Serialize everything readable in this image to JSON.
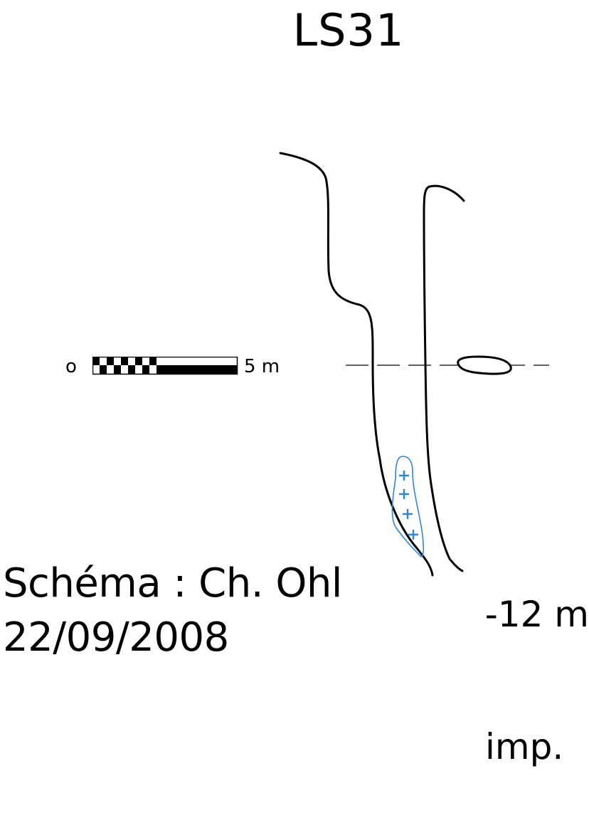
{
  "title": "LS31",
  "scale": {
    "start_label": "o",
    "end_label": "5 m"
  },
  "depth": {
    "value": "-12 m",
    "note": "imp."
  },
  "credit": {
    "author": "Schéma : Ch. Ohl",
    "date": "22/09/2008"
  },
  "colors": {
    "ink": "#000000",
    "blue": "#2f86d6"
  }
}
